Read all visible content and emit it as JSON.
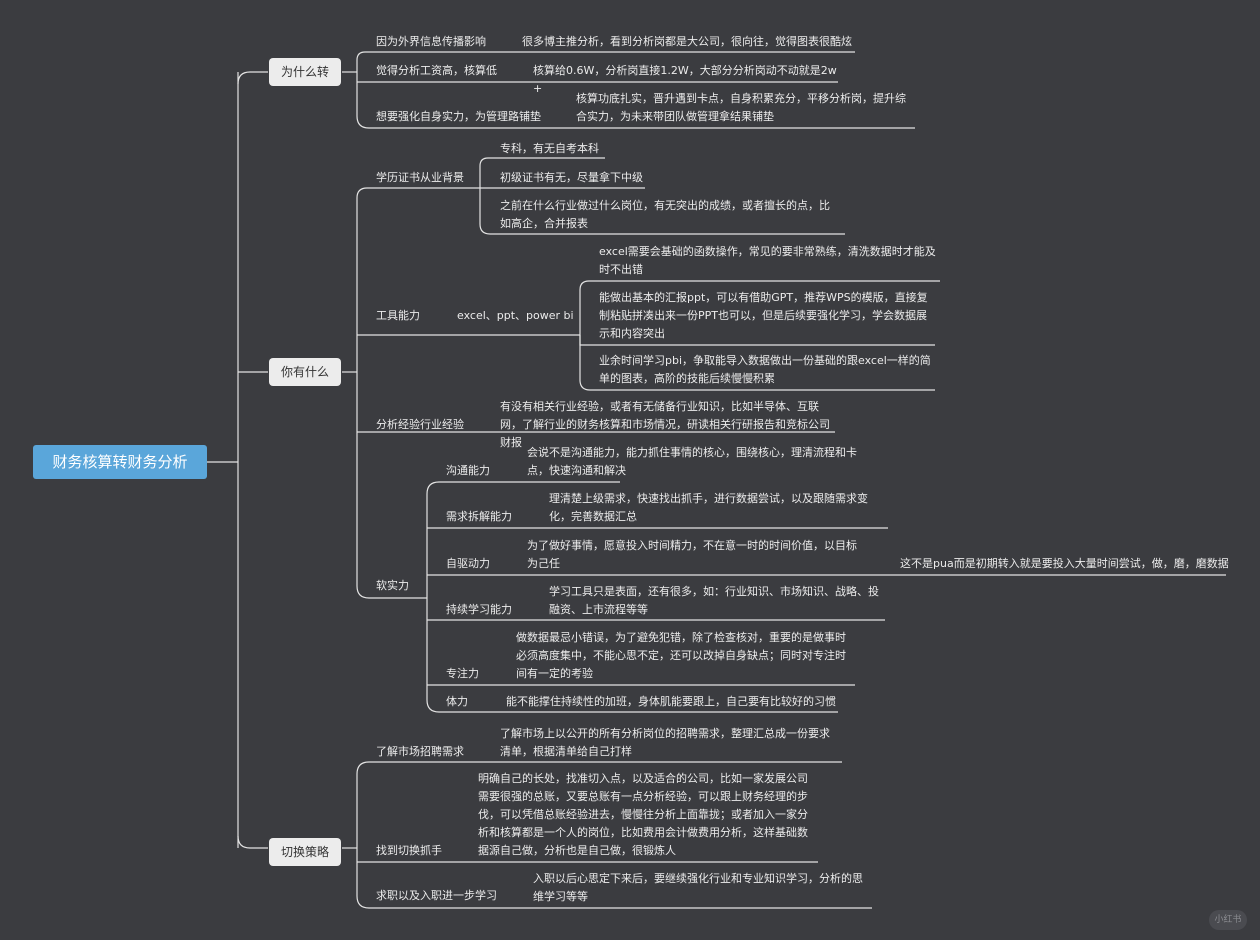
{
  "title": "财务核算转财务分析",
  "sections": {
    "why": {
      "label": "为什么转",
      "items": [
        {
          "label": "因为外界信息传播影响",
          "detail": "很多博主推分析，看到分析岗都是大公司，很向往，觉得图表很酷炫"
        },
        {
          "label": "觉得分析工资高，核算低",
          "detail": "核算给0.6W，分析岗直接1.2W，大部分分析岗动不动就是2w+"
        },
        {
          "label": "想要强化自身实力，为管理路铺垫",
          "detail": "核算功底扎实，晋升遇到卡点，自身积累充分，平移分析岗，提升综合实力，为未来带团队做管理拿结果铺垫"
        }
      ]
    },
    "have": {
      "label": "你有什么",
      "education": {
        "label": "学历证书从业背景",
        "items": [
          "专科，有无自考本科",
          "初级证书有无，尽量拿下中级",
          "之前在什么行业做过什么岗位，有无突出的成绩，或者擅长的点，比如高企，合并报表"
        ]
      },
      "tools": {
        "label": "工具能力",
        "sub": "excel、ppt、power bi",
        "items": [
          "excel需要会基础的函数操作，常见的要非常熟练，清洗数据时才能及时不出错",
          "能做出基本的汇报ppt，可以有借助GPT，推荐WPS的模版，直接复制粘贴拼凑出来一份PPT也可以，但是后续要强化学习，学会数据展示和内容突出",
          "业余时间学习pbi，争取能导入数据做出一份基础的跟excel一样的简单的图表，高阶的技能后续慢慢积累"
        ]
      },
      "industry": {
        "label": "分析经验行业经验",
        "detail": "有没有相关行业经验，或者有无储备行业知识，比如半导体、互联网，了解行业的财务核算和市场情况，研读相关行研报告和竞标公司财报"
      },
      "soft": {
        "label": "软实力",
        "items": [
          {
            "label": "沟通能力",
            "detail": "会说不是沟通能力，能力抓住事情的核心，围绕核心，理清流程和卡点，快速沟通和解决"
          },
          {
            "label": "需求拆解能力",
            "detail": "理清楚上级需求，快速找出抓手，进行数据尝试，以及跟随需求变化，完善数据汇总"
          },
          {
            "label": "自驱动力",
            "detail": "为了做好事情，愿意投入时间精力，不在意一时的时间价值，以目标为己任",
            "note": "这不是pua而是初期转入就是要投入大量时间尝试，做，磨，磨数据"
          },
          {
            "label": "持续学习能力",
            "detail": "学习工具只是表面，还有很多，如：行业知识、市场知识、战略、投融资、上市流程等等"
          },
          {
            "label": "专注力",
            "detail": "做数据最忌小错误，为了避免犯错，除了检查核对，重要的是做事时必须高度集中，不能心思不定，还可以改掉自身缺点；同时对专注时间有一定的考验"
          },
          {
            "label": "体力",
            "detail": "能不能撑住持续性的加班，身体肌能要跟上，自己要有比较好的习惯"
          }
        ]
      }
    },
    "strategy": {
      "label": "切换策略",
      "items": [
        {
          "label": "了解市场招聘需求",
          "detail": "了解市场上以公开的所有分析岗位的招聘需求，整理汇总成一份要求清单，根据清单给自己打样"
        },
        {
          "label": "找到切换抓手",
          "detail": "明确自己的长处，找准切入点，以及适合的公司，比如一家发展公司需要很强的总账，又要总账有一点分析经验，可以跟上财务经理的步伐，可以凭借总账经验进去，慢慢往分析上面靠拢；或者加入一家分析和核算都是一个人的岗位，比如费用会计做费用分析，这样基础数据源自己做，分析也是自己做，很锻炼人"
        },
        {
          "label": "求职以及入职进一步学习",
          "detail": "入职以后心思定下来后，要继续强化行业和专业知识学习，分析的思维学习等等"
        }
      ]
    }
  },
  "watermark": "小红书",
  "colors": {
    "background": "#3b3c40",
    "root": "#5aa6da",
    "branch_box": "#ececec",
    "line": "#e6e6e6",
    "text": "#ececec"
  }
}
